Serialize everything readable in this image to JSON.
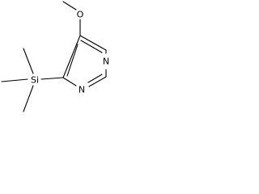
{
  "structure": {
    "atoms": {
      "oxygen": "O",
      "nitrogen_top": "N",
      "nitrogen_bottom": "N",
      "silicon": "Si"
    }
  }
}
